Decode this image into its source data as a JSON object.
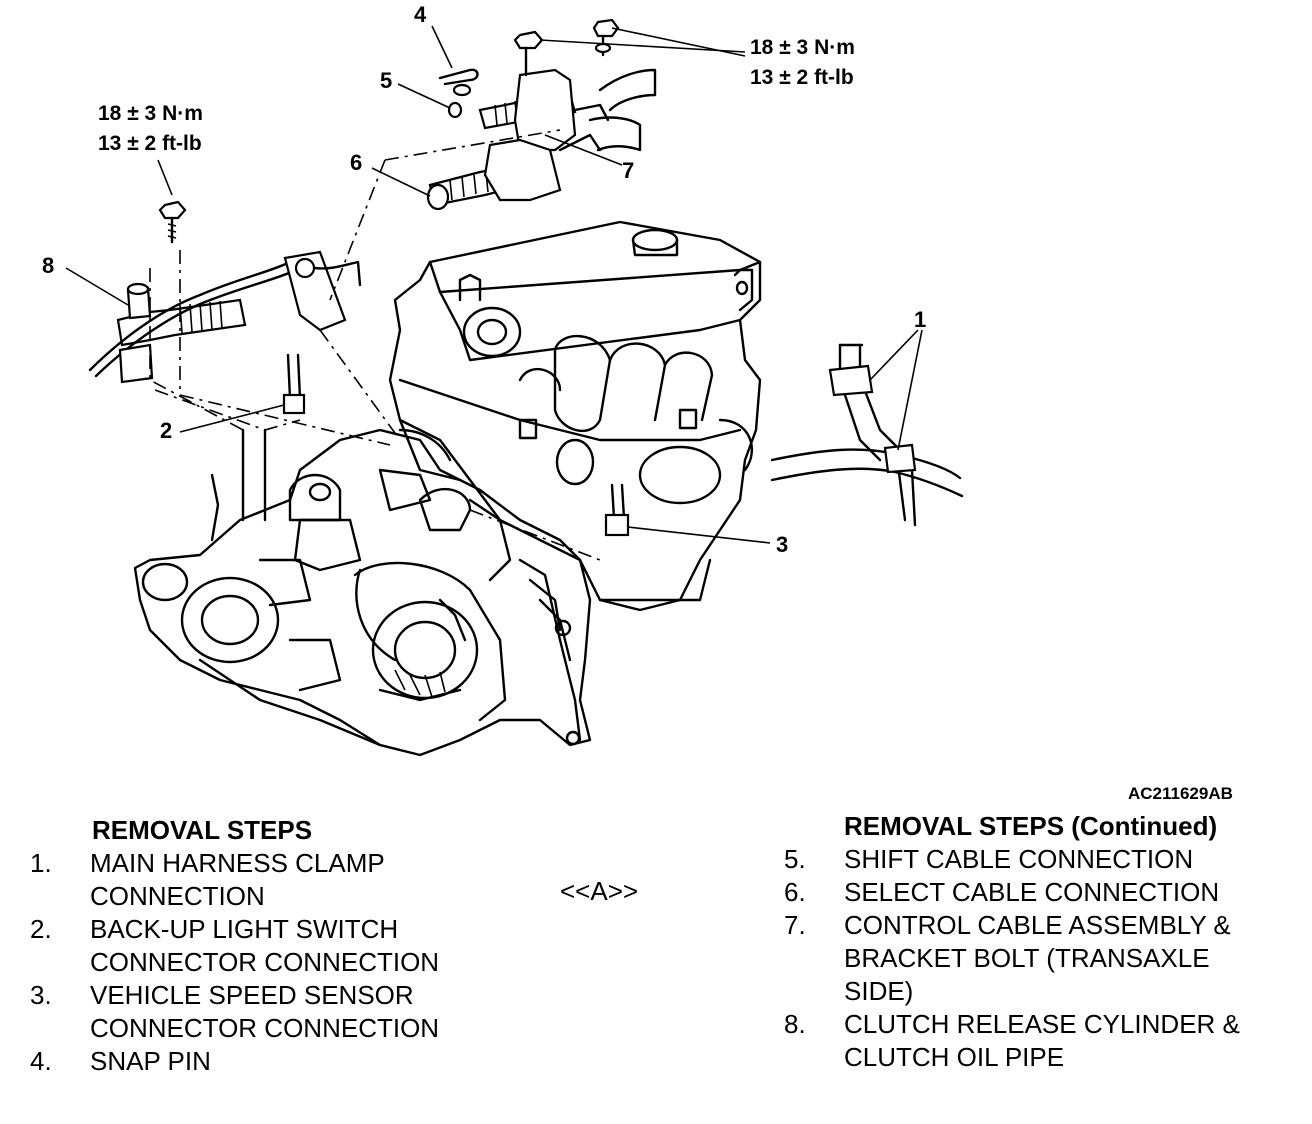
{
  "figure_id": "AC211629AB",
  "torque_upper_right": {
    "metric": "18 ± 3 N·m",
    "imperial": "13 ± 2 ft-lb"
  },
  "torque_left": {
    "metric": "18 ± 3 N·m",
    "imperial": "13 ± 2 ft-lb"
  },
  "callouts": [
    "1",
    "2",
    "3",
    "4",
    "5",
    "6",
    "7",
    "8"
  ],
  "marker": "<<A>>",
  "steps_left": {
    "heading": "REMOVAL STEPS",
    "items": [
      {
        "num": "1.",
        "line1": "MAIN HARNESS CLAMP",
        "line2": "CONNECTION"
      },
      {
        "num": "2.",
        "line1": "BACK-UP LIGHT SWITCH",
        "line2": "CONNECTOR CONNECTION"
      },
      {
        "num": "3.",
        "line1": "VEHICLE SPEED SENSOR",
        "line2": "CONNECTOR CONNECTION"
      },
      {
        "num": "4.",
        "line1": "SNAP PIN"
      }
    ]
  },
  "steps_right": {
    "heading": "REMOVAL STEPS (Continued)",
    "items": [
      {
        "num": "5.",
        "line1": "SHIFT CABLE CONNECTION"
      },
      {
        "num": "6.",
        "line1": "SELECT CABLE CONNECTION"
      },
      {
        "num": "7.",
        "line1": "CONTROL CABLE ASSEMBLY &",
        "line2": "BRACKET BOLT (TRANSAXLE",
        "line3": "SIDE)"
      },
      {
        "num": "8.",
        "line1": "CLUTCH RELEASE CYLINDER &",
        "line2": "CLUTCH OIL PIPE"
      }
    ]
  }
}
